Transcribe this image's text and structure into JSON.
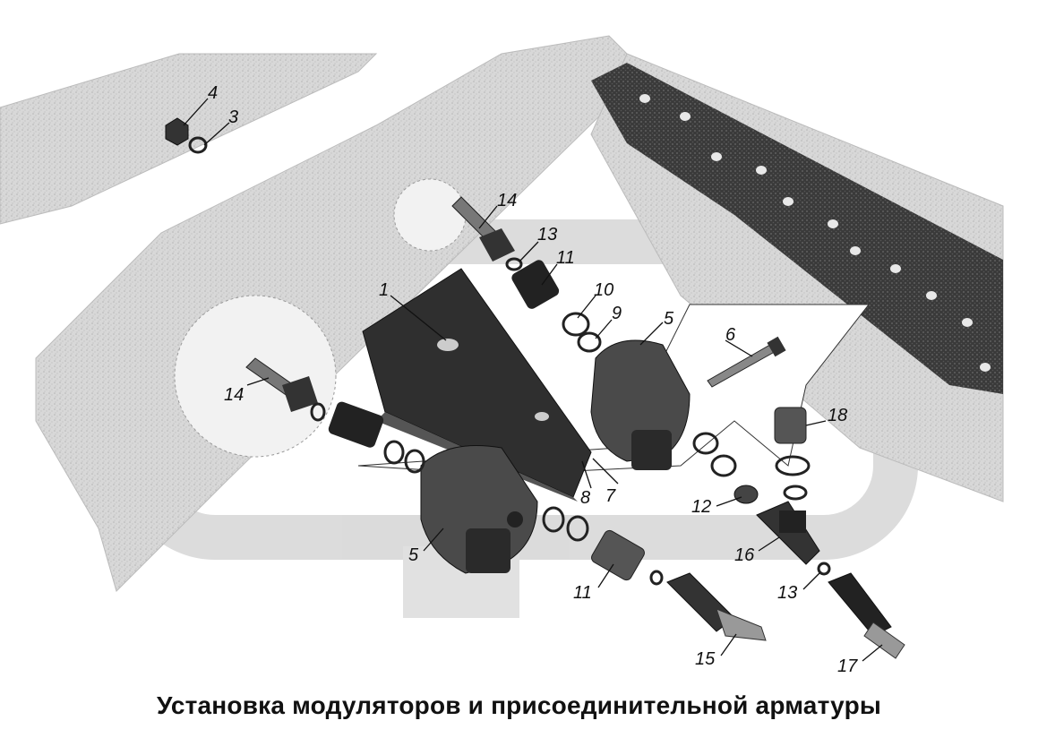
{
  "caption": "Установка модуляторов и присоединительной арматуры",
  "callouts": [
    "1",
    "3",
    "4",
    "5",
    "5",
    "6",
    "7",
    "8",
    "9",
    "10",
    "11",
    "11",
    "12",
    "13",
    "13",
    "14",
    "14",
    "15",
    "16",
    "17",
    "18"
  ]
}
